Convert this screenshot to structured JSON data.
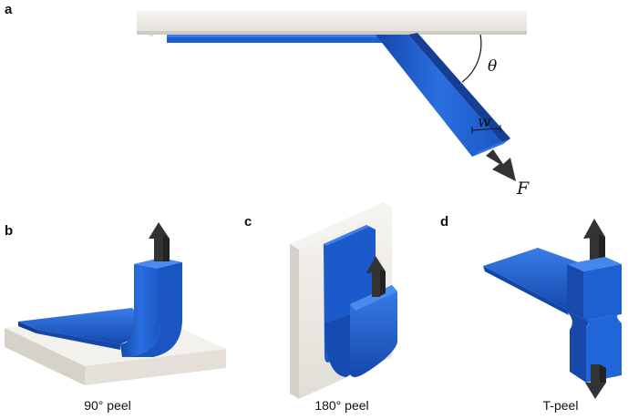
{
  "panels": {
    "a": {
      "letter": "a",
      "angle_symbol": "θ",
      "width_symbol": "w",
      "force_symbol": "F"
    },
    "b": {
      "letter": "b",
      "caption": "90° peel"
    },
    "c": {
      "letter": "c",
      "caption": "180° peel"
    },
    "d": {
      "letter": "d",
      "caption": "T-peel"
    }
  },
  "colors": {
    "tape": "#1e63d6",
    "tape_dark": "#1447a8",
    "tape_light": "#3f82ec",
    "substrate": "#eeebe6",
    "substrate_side": "#d4d0c8",
    "arrow": "#333333"
  }
}
